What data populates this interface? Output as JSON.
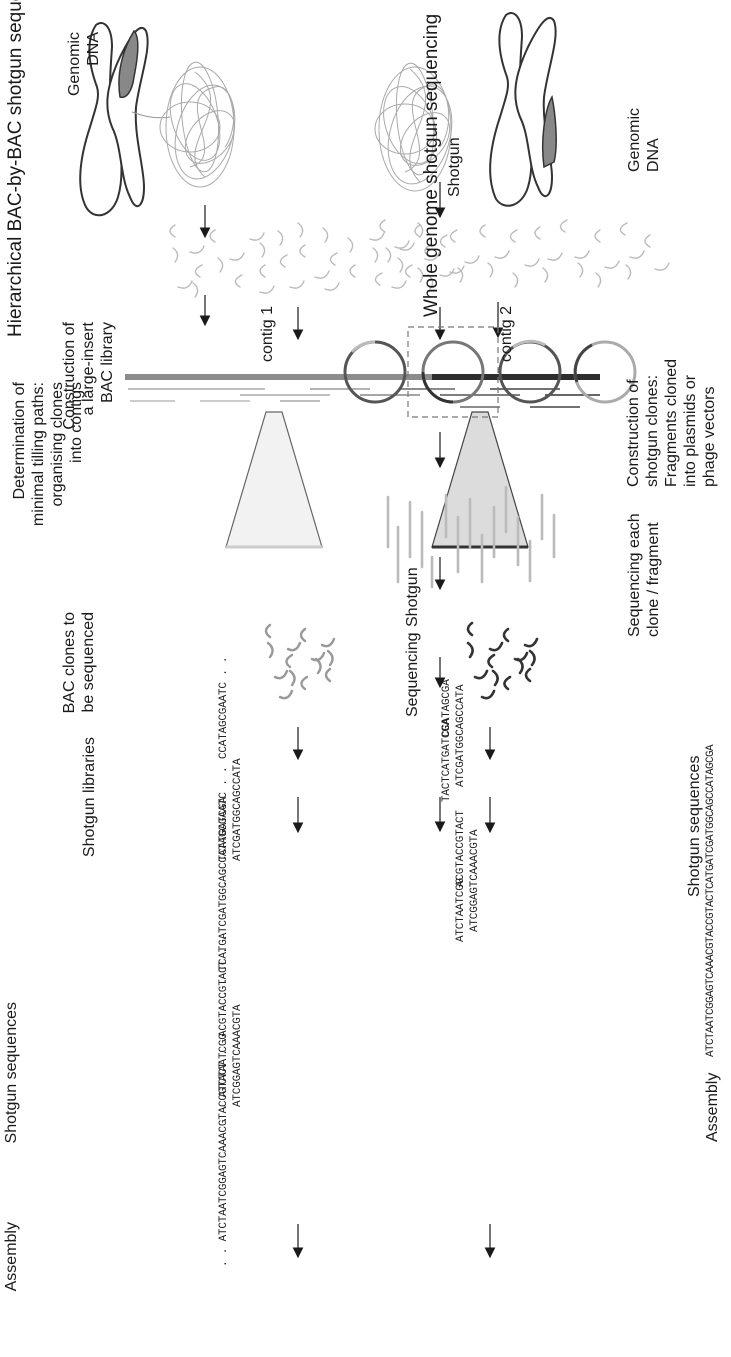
{
  "left": {
    "title": "Hierarchical BAC-by-BAC shotgun sequencing",
    "steps": {
      "genomic_dna": "Genomic\nDNA",
      "bac_library": "Construction of\na large-insert\nBAC library",
      "tiling": "Determination of\nminimal tilling paths:\norganising clones\ninto contigs",
      "bac_clones": "BAC clones to\nbe sequenced",
      "shotgun_libraries": "Shotgun libraries",
      "shotgun_sequences": "Shotgun sequences",
      "assembly": "Assembly"
    },
    "contig1": "contig 1",
    "contig2": "contig 2",
    "shotgun": "Shotgun",
    "sequencing": "Sequencing",
    "reads": {
      "r1": ". . ATCTAATCGG",
      "r2": "ACGTACCGTACT . .",
      "r3": "ATCGGAGTCAAACGTA",
      "r4": ". . TCATGATCGA",
      "r5": "CCATAGCGAATC . .",
      "r6": "ATCGATGGCAGCCATA"
    },
    "assembly_seq1": ". . ATCTAATCGGAGTCAAACGTACCGTACT . .",
    "assembly_seq2": ". . TCATGATCGATGGCAGCCATAGCGAATC . ."
  },
  "right": {
    "title": "Whole genome shotgun sequencing",
    "shotgun": "Shotgun",
    "steps": {
      "genomic_dna": "Genomic\nDNA",
      "clones": "Construction of\nshotgun clones:\nFragments cloned\ninto plasmids or\nphage vectors",
      "sequencing": "Sequencing each\nclone / fragment",
      "shotgun_sequences": "Shotgun sequences",
      "assembly": "Assembly"
    },
    "reads": {
      "r1": "ATCTAATCGG",
      "r2": "ATCGGAGTCAAACGTA",
      "r3": "ACGTACCGTACT",
      "r4": "TACTCATGATCGA",
      "r5": "ATCGATGGCAGCCATA",
      "r6": "CCATAGCGA"
    },
    "assembly_seq": "ATCTAATCGGAGTCAAACGTACCGTACTCATGATCGATGGCAGCCATAGCGA"
  },
  "colors": {
    "contig1": "#8c8c8c",
    "contig2": "#2e2e2e",
    "ink": "#1a1a1a",
    "light": "#b8b8b8"
  }
}
